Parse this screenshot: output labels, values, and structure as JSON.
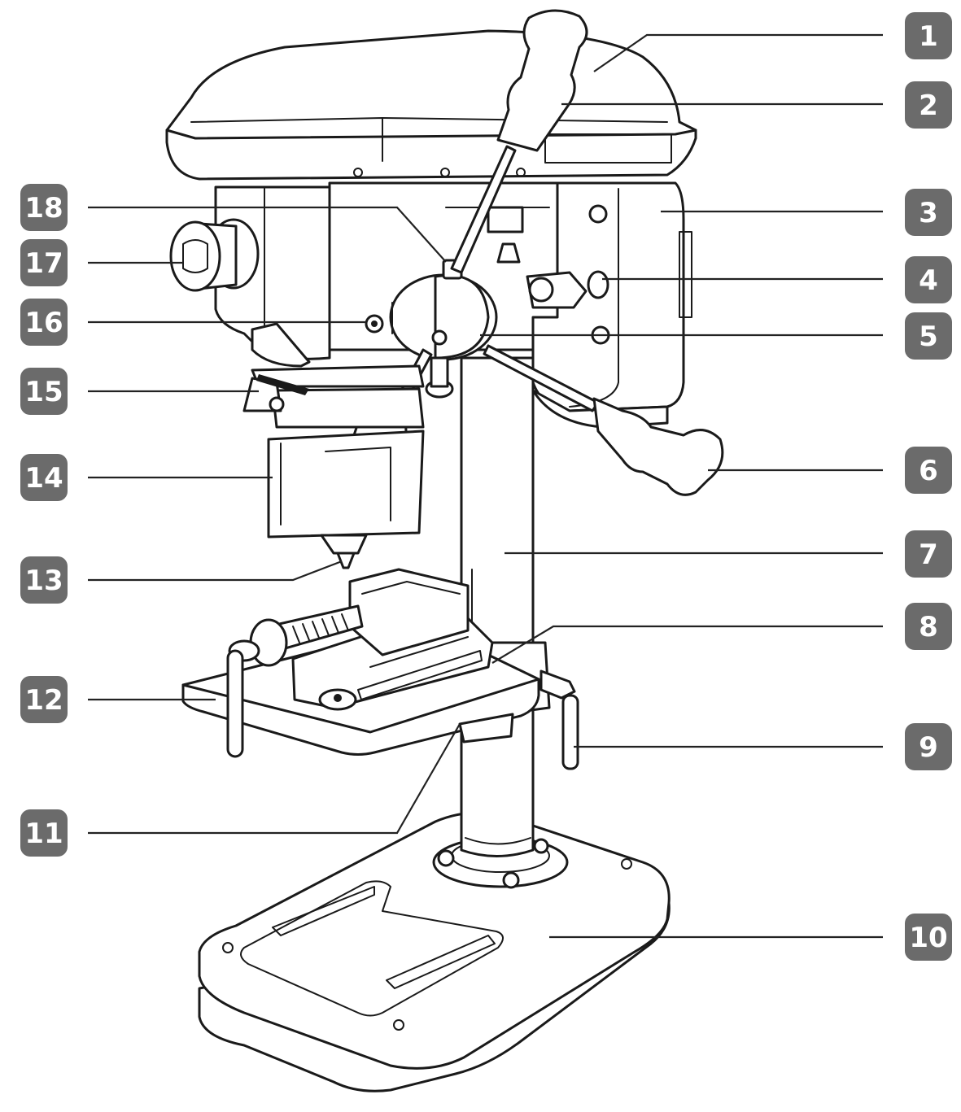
{
  "diagram": {
    "callouts": [
      {
        "number": "1",
        "side": "right"
      },
      {
        "number": "2",
        "side": "right"
      },
      {
        "number": "3",
        "side": "right"
      },
      {
        "number": "4",
        "side": "right"
      },
      {
        "number": "5",
        "side": "right"
      },
      {
        "number": "6",
        "side": "right"
      },
      {
        "number": "7",
        "side": "right"
      },
      {
        "number": "8",
        "side": "right"
      },
      {
        "number": "9",
        "side": "right"
      },
      {
        "number": "10",
        "side": "right"
      },
      {
        "number": "11",
        "side": "left"
      },
      {
        "number": "12",
        "side": "left"
      },
      {
        "number": "13",
        "side": "left"
      },
      {
        "number": "14",
        "side": "left"
      },
      {
        "number": "15",
        "side": "left"
      },
      {
        "number": "16",
        "side": "left"
      },
      {
        "number": "17",
        "side": "left"
      },
      {
        "number": "18",
        "side": "left"
      }
    ],
    "colors": {
      "badge_fill": "#6b6b6b",
      "badge_text": "#ffffff",
      "line": "#1a1a1a",
      "background": "#ffffff"
    }
  }
}
